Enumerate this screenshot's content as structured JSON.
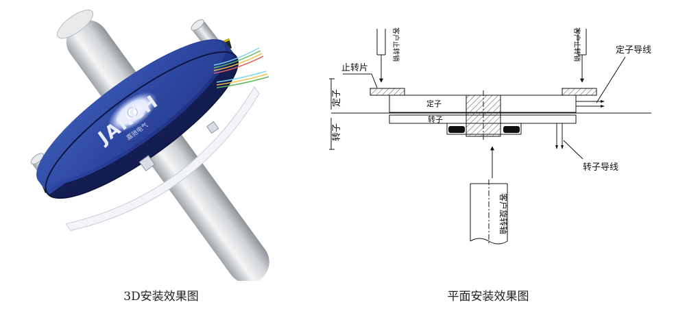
{
  "render3d": {
    "brand": "JARCH",
    "brand_sub": "嘉驰电气"
  },
  "drawing": {
    "labels": {
      "customer_stop_pin_left": "客户止转销",
      "customer_stop_pin_right": "客户止转销",
      "stator_wire": "定子导线",
      "stop_tab": "止转片",
      "stator_side": "定子",
      "stator_body": "定子",
      "rotor_side": "转子",
      "rotor_body": "转子",
      "rotor_wire": "转子导线",
      "customer_shaft": "客户旋转轴"
    }
  },
  "captions": {
    "left": "3D安装效果图",
    "right": "平面安装效果图"
  }
}
